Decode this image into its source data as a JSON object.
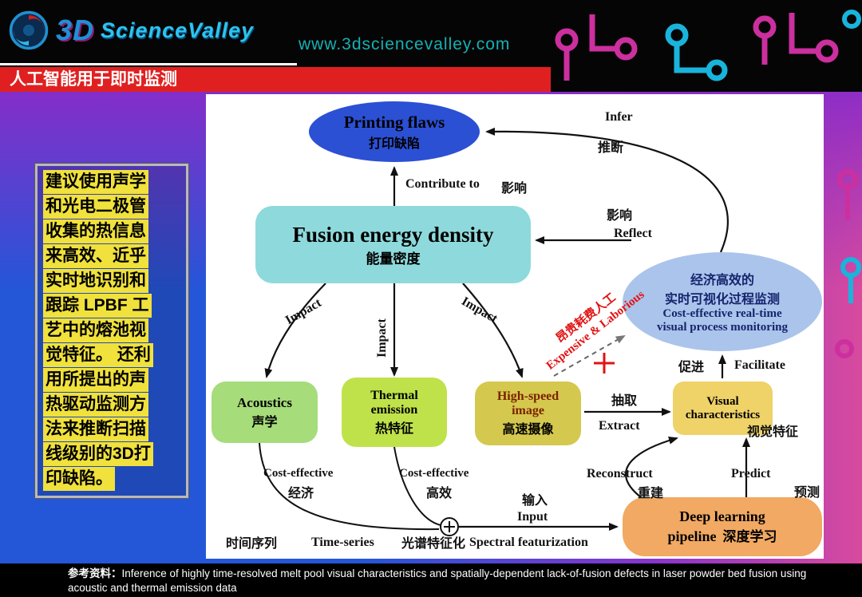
{
  "colors": {
    "banner_red": "#e02020",
    "logo_cyan": "#2cc4ee",
    "url_teal": "#16b0b4",
    "circuit_magenta": "#cc2f9e",
    "circuit_cyan": "#18b4dc"
  },
  "header": {
    "logo_3d": "3D",
    "logo_name": "ScienceValley",
    "url": "www.3dsciencevalley.com"
  },
  "banner": {
    "title": "人工智能用于即时监测"
  },
  "sidebar": {
    "lines": [
      "建议使用声学",
      "和光电二极管",
      "收集的热信息",
      "来高效、近乎",
      "实时地识别和",
      "跟踪 LPBF 工",
      "艺中的熔池视",
      "觉特征。 还利",
      "用所提出的声",
      "热驱动监测方",
      "法来推断扫描",
      "线级别的3D打",
      "印缺陷。"
    ]
  },
  "diagram": {
    "nodes": {
      "printing_flaws": {
        "en": "Printing flaws",
        "zh": "打印缺陷",
        "color": "#2b50d4"
      },
      "fusion": {
        "en": "Fusion energy density",
        "zh": "能量密度",
        "color": "#8ed9db"
      },
      "monitoring": {
        "zh1": "经济高效的",
        "zh2": "实时可视化过程监测",
        "en1": "Cost-effective real-time",
        "en2": "visual process monitoring",
        "color": "#abc4eb"
      },
      "acoustics": {
        "en": "Acoustics",
        "zh": "声学",
        "color": "#a6dc7a"
      },
      "thermal": {
        "en1": "Thermal",
        "en2": "emission",
        "zh": "热特征",
        "color": "#bfe24b"
      },
      "highspeed": {
        "en1": "High-speed",
        "en2": "image",
        "zh": "高速摄像",
        "color": "#d5c84e"
      },
      "visual": {
        "en1": "Visual",
        "en2": "characteristics",
        "zh": "视觉特征",
        "color": "#efd268"
      },
      "deep_learning": {
        "en1": "Deep learning",
        "en2": "pipeline",
        "zh": "深度学习",
        "color": "#f1a963"
      }
    },
    "labels": {
      "infer_en": "Infer",
      "infer_zh": "推断",
      "contribute_en": "Contribute to",
      "contribute_zh": "影响",
      "reflect_zh": "影响",
      "reflect_en": "Reflect",
      "impact": "Impact",
      "expensive_zh": "昂贵耗费人工",
      "expensive_en": "Expensive & Laborious",
      "facilitate_zh": "促进",
      "facilitate_en": "Facilitate",
      "extract_zh": "抽取",
      "extract_en": "Extract",
      "cost_acoustics_en": "Cost-effective",
      "cost_acoustics_zh": "经济",
      "cost_thermal_en": "Cost-effective",
      "cost_thermal_zh": "高效",
      "reconstruct_en": "Reconstruct",
      "reconstruct_zh": "重建",
      "predict_en": "Predict",
      "predict_zh": "预测",
      "timeseries_zh": "时间序列",
      "timeseries_en": "Time-series",
      "spectral_zh": "光谱特征化",
      "spectral_en": "Spectral featurization",
      "input_zh": "输入",
      "input_en": "Input"
    }
  },
  "footer": {
    "label": "参考资料：",
    "text": "Inference of highly time-resolved melt pool visual characteristics and spatially-dependent lack-of-fusion defects in laser powder bed fusion using acoustic and thermal emission data"
  }
}
